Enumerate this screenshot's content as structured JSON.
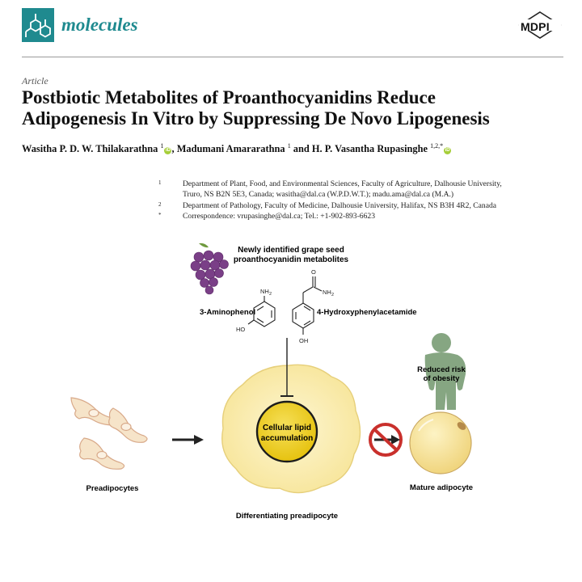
{
  "header": {
    "journal_name": "molecules",
    "publisher": "MDPI"
  },
  "article_type": "Article",
  "title_lines": [
    "Postbiotic Metabolites of Proanthocyanidins Reduce",
    "Adipogenesis In Vitro by Suppressing De Novo Lipogenesis"
  ],
  "authors": [
    {
      "name": "Wasitha P. D. W. Thilakarathna",
      "sup": "1",
      "orcid": true,
      "sep": ", "
    },
    {
      "name": "Madumani Amararathna",
      "sup": "1",
      "orcid": false,
      "sep": " and "
    },
    {
      "name": "H. P. Vasantha Rupasinghe",
      "sup": "1,2,*",
      "orcid": true,
      "sep": ""
    }
  ],
  "affiliations": [
    {
      "marker": "1",
      "lines": [
        "Department of Plant, Food, and Environmental Sciences, Faculty of Agriculture, Dalhousie University,",
        "Truro, NS B2N 5E3, Canada; wasitha@dal.ca (W.P.D.W.T.); madu.ama@dal.ca (M.A.)"
      ]
    },
    {
      "marker": "2",
      "lines": [
        "Department of Pathology, Faculty of Medicine, Dalhousie University, Halifax, NS B3H 4R2, Canada"
      ]
    },
    {
      "marker": "*",
      "lines": [
        "Correspondence: vrupasinghe@dal.ca; Tel.: +1-902-893-6623"
      ]
    }
  ],
  "graphical_abstract": {
    "metabolites_heading": [
      "Newly identified grape seed",
      "proanthocyanidin metabolites"
    ],
    "compound_1": "3-Aminophenol",
    "compound_2": "4-Hydroxyphenylacetamide",
    "chem_nh2": "NH",
    "chem_nh2_sub": "2",
    "chem_o": "O",
    "chem_ho": "HO",
    "chem_oh": "OH",
    "center_label": [
      "Cellular lipid",
      "accumulation"
    ],
    "left_cells_label": "Preadipocytes",
    "center_cell_label": "Differentiating preadipocyte",
    "right_cell_label": "Mature adipocyte",
    "risk_label": [
      "Reduced risk",
      "of obesity"
    ],
    "colors": {
      "brand_teal": "#1f8a8f",
      "cell_fill": "#f6e4c9",
      "cell_outline": "#d8a989",
      "differentiating_cell": "#fbf0b4",
      "lipid_droplet": "#f2d21c",
      "grape": "#7a3f87",
      "human_figure": "#86a682",
      "no_sign": "#c9302c"
    },
    "icons": [
      "grape-bunch-icon",
      "no-entry-icon",
      "human-figure-icon",
      "inhibition-arrow-icon"
    ]
  }
}
